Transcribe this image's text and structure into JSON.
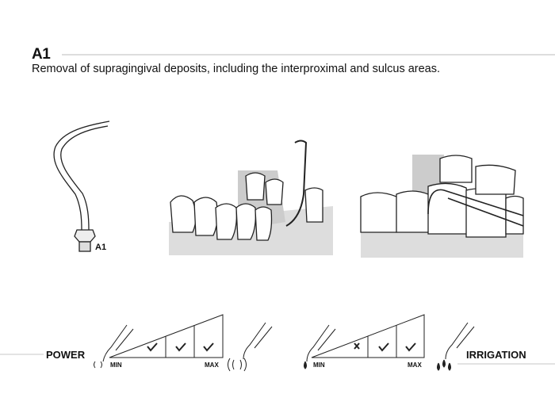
{
  "header": {
    "code": "A1",
    "description": "Removal of supragingival deposits, including the interproximal and sulcus areas."
  },
  "tip": {
    "label": "A1"
  },
  "power": {
    "label": "POWER",
    "min": "MIN",
    "max": "MAX",
    "levels": [
      "check",
      "check",
      "check"
    ]
  },
  "irrigation": {
    "label": "IRRIGATION",
    "min": "MIN",
    "max": "MAX",
    "levels": [
      "cross",
      "check",
      "check"
    ]
  }
}
